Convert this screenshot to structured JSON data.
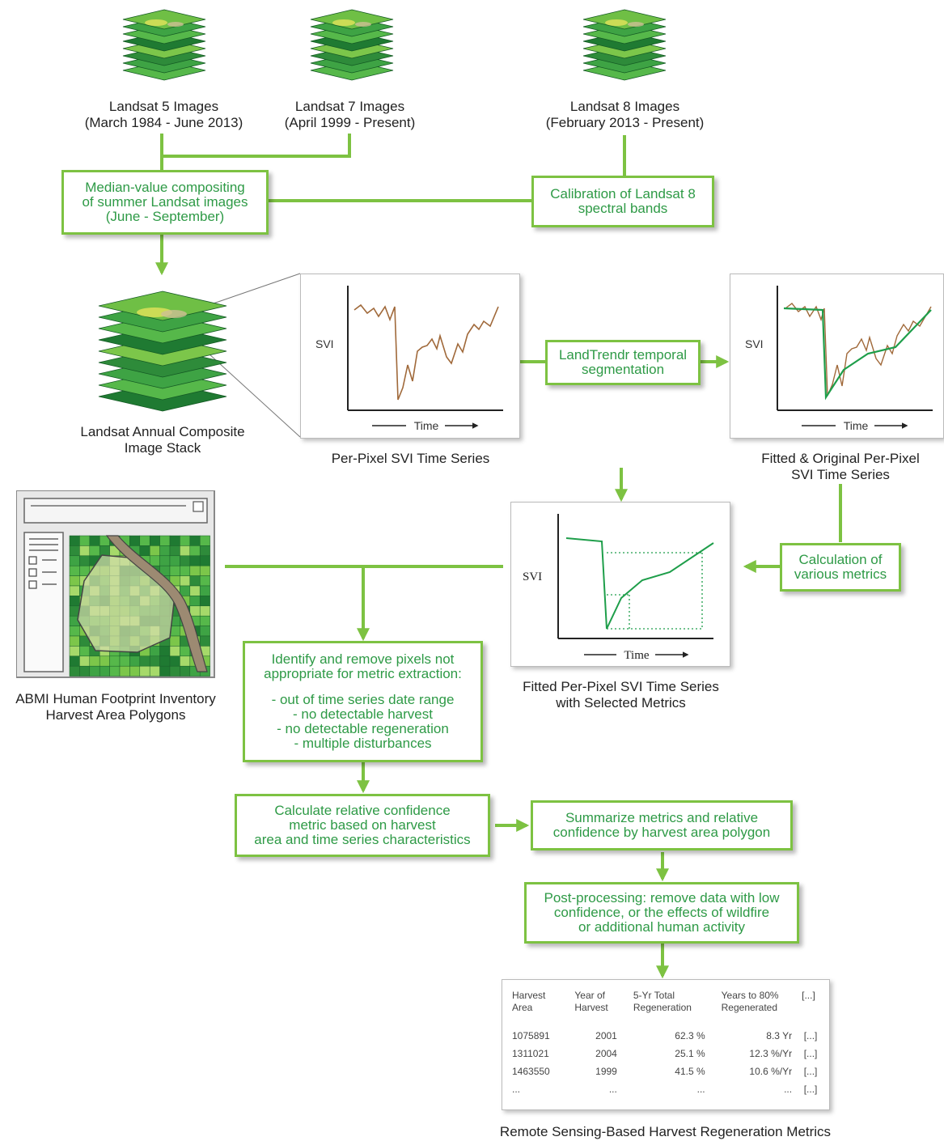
{
  "sources": {
    "l5": {
      "name": "Landsat 5 Images",
      "dates": "(March 1984 - June 2013)"
    },
    "l7": {
      "name": "Landsat 7 Images",
      "dates": "(April 1999 - Present)"
    },
    "l8": {
      "name": "Landsat 8 Images",
      "dates": "(February 2013 - Present)"
    }
  },
  "boxes": {
    "median": [
      "Median-value compositing",
      "of summer Landsat images",
      "(June - September)"
    ],
    "calibration": [
      "Calibration of Landsat 8",
      "spectral bands"
    ],
    "landtrendr": [
      "LandTrendr temporal",
      "segmentation"
    ],
    "metrics": [
      "Calculation of",
      "various metrics"
    ],
    "identify": [
      "Identify and remove pixels not",
      "appropriate for metric extraction:",
      "",
      "- out of time series date range",
      "- no detectable harvest",
      "- no detectable regeneration",
      "- multiple disturbances"
    ],
    "confidence": [
      "Calculate relative confidence",
      "metric based on harvest",
      "area and time series characteristics"
    ],
    "summarize": [
      "Summarize metrics and relative",
      "confidence by harvest area polygon"
    ],
    "postprocessing": [
      "Post-processing: remove data with low",
      "confidence, or the effects of wildfire",
      "or additional human activity"
    ]
  },
  "captions": {
    "stack": [
      "Landsat Annual Composite",
      "Image Stack"
    ],
    "perpixel": "Per-Pixel SVI Time Series",
    "fitted": [
      "Fitted & Original Per-Pixel",
      "SVI Time Series"
    ],
    "selected": [
      "Fitted Per-Pixel SVI Time Series",
      "with Selected Metrics"
    ],
    "abmi": [
      "ABMI Human Footprint Inventory",
      "Harvest Area Polygons"
    ],
    "result": "Remote Sensing-Based Harvest Regeneration Metrics"
  },
  "plots": {
    "axis_y": "SVI",
    "axis_x": "Time"
  },
  "table": {
    "headers": [
      [
        "Harvest",
        "Area"
      ],
      [
        "Year of",
        "Harvest"
      ],
      [
        "5-Yr Total",
        "Regeneration"
      ],
      [
        "Years to 80%",
        "Regenerated"
      ],
      [
        "[...]",
        ""
      ]
    ],
    "rows": [
      [
        "1075891",
        "2001",
        "62.3 %",
        "8.3 Yr",
        "[...]"
      ],
      [
        "1311021",
        "2004",
        "25.1 %",
        "12.3 %/Yr",
        "[...]"
      ],
      [
        "1463550",
        "1999",
        "41.5 %",
        "10.6 %/Yr",
        "[...]"
      ],
      [
        "...",
        "...",
        "...",
        "...",
        "[...]"
      ]
    ]
  },
  "colors": {
    "accent": "#7dc242",
    "text_green": "#2e9a46",
    "fitted_line": "#1e9e4a",
    "original_line": "#a0693a"
  }
}
